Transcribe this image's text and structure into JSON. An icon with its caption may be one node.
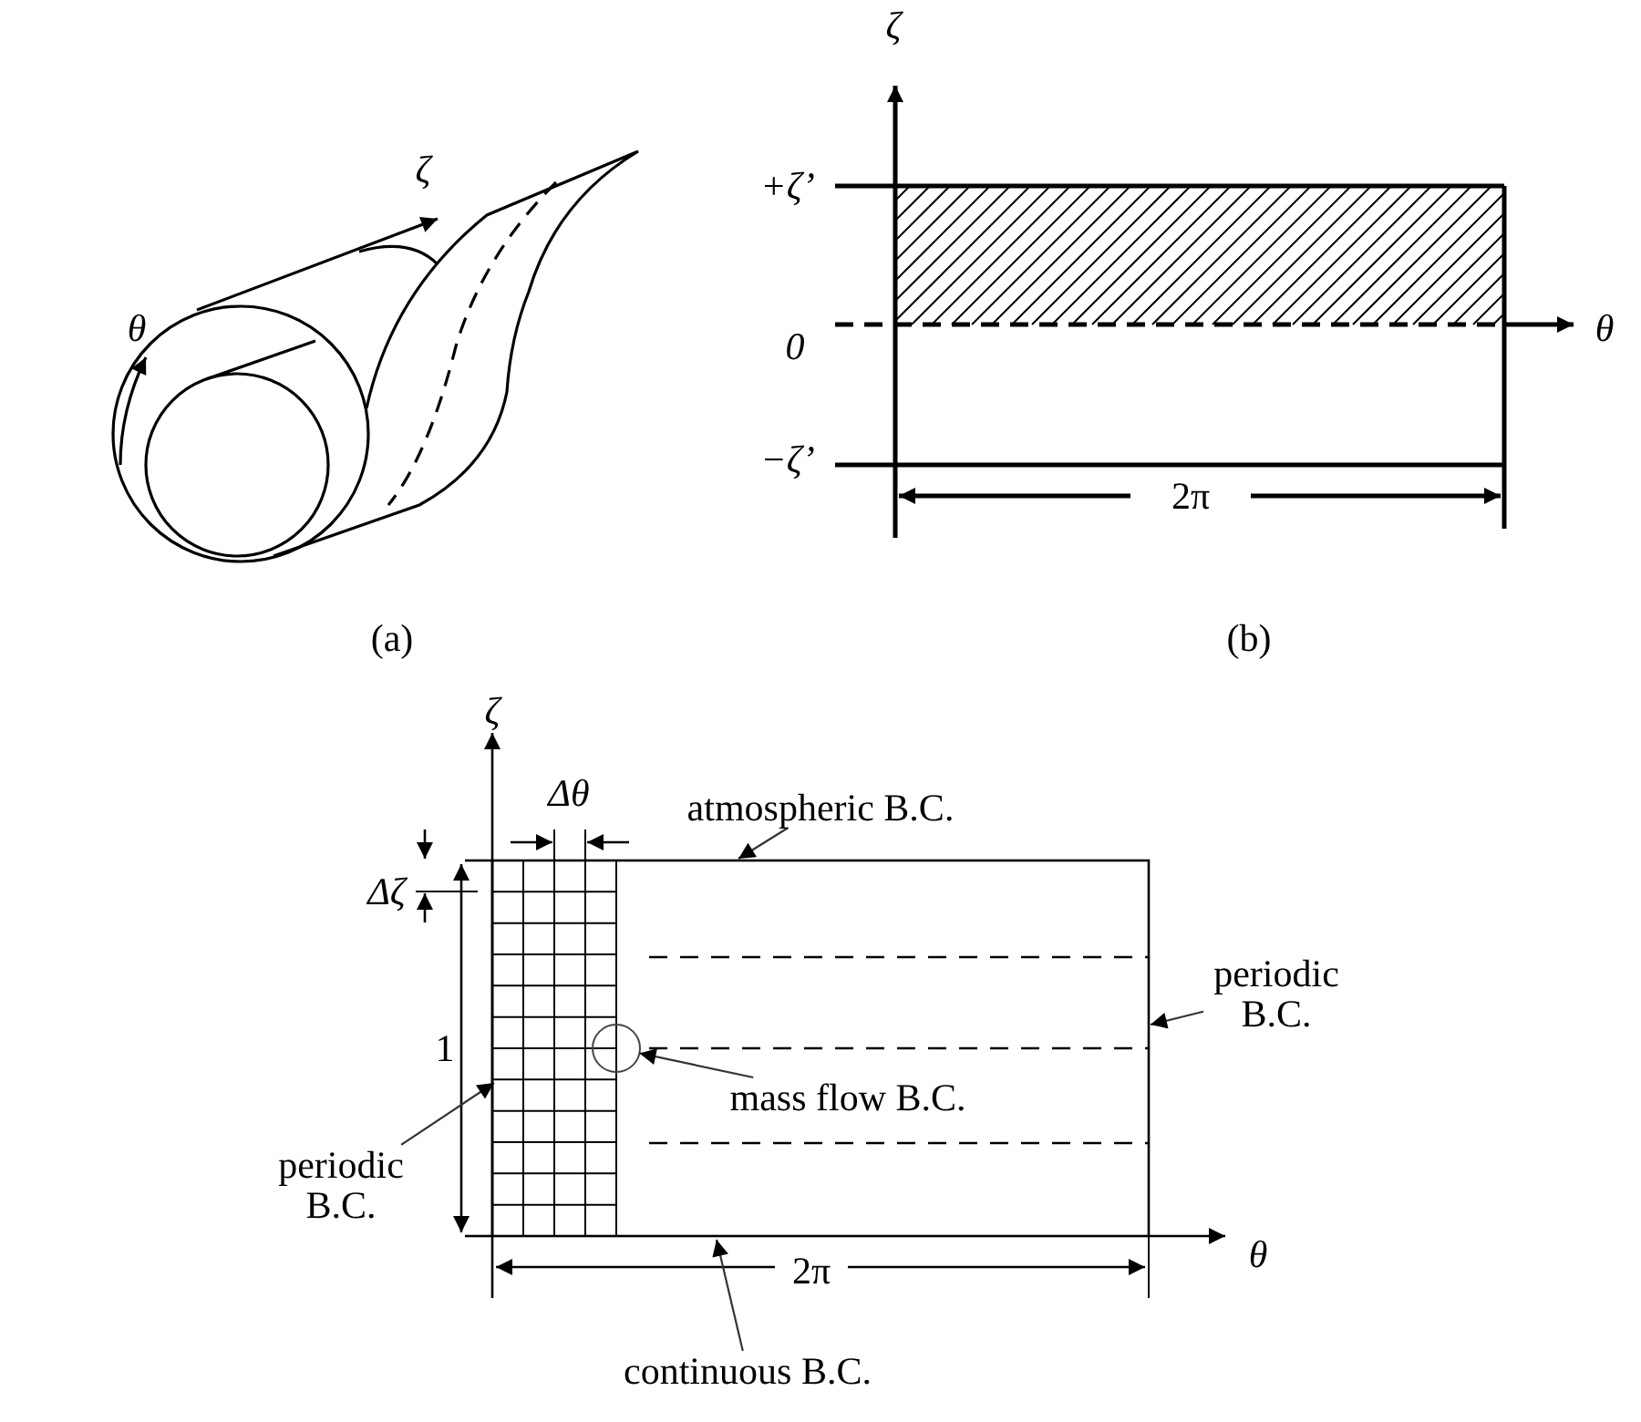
{
  "diagram": {
    "nodes": [
      {
        "text": [],
        "shape": "box"
      },
      {
        "text": [
          "atmospheric B.C."
        ]
      },
      {
        "text": [
          "periodic B.C."
        ]
      },
      {
        "text": [],
        "shape": "circle",
        "in": 0
      },
      {
        "text": [
          "mass flow B.C."
        ],
        "in": 0
      },
      {
        "text": [
          "periodic B.C."
        ]
      },
      {
        "text": [
          "continuous B.C."
        ]
      }
    ],
    "edges": [
      {
        "from": 1,
        "to": 0,
        "arrow": "to"
      },
      {
        "from": 2,
        "to": 0,
        "arrow": "to"
      },
      {
        "from": 4,
        "to": 3,
        "arrow": "to"
      },
      {
        "from": 5,
        "to": 0,
        "arrow": "to"
      },
      {
        "from": 6,
        "to": 0,
        "arrow": "to"
      }
    ],
    "labels": [
      "ζ",
      "θ",
      "(a)",
      "ζ",
      "+ζ’",
      "0",
      "θ",
      "−ζ’",
      "2π",
      "(b)",
      "ζ",
      "Δθ",
      "Δζ",
      "1",
      "θ",
      "2π"
    ]
  }
}
